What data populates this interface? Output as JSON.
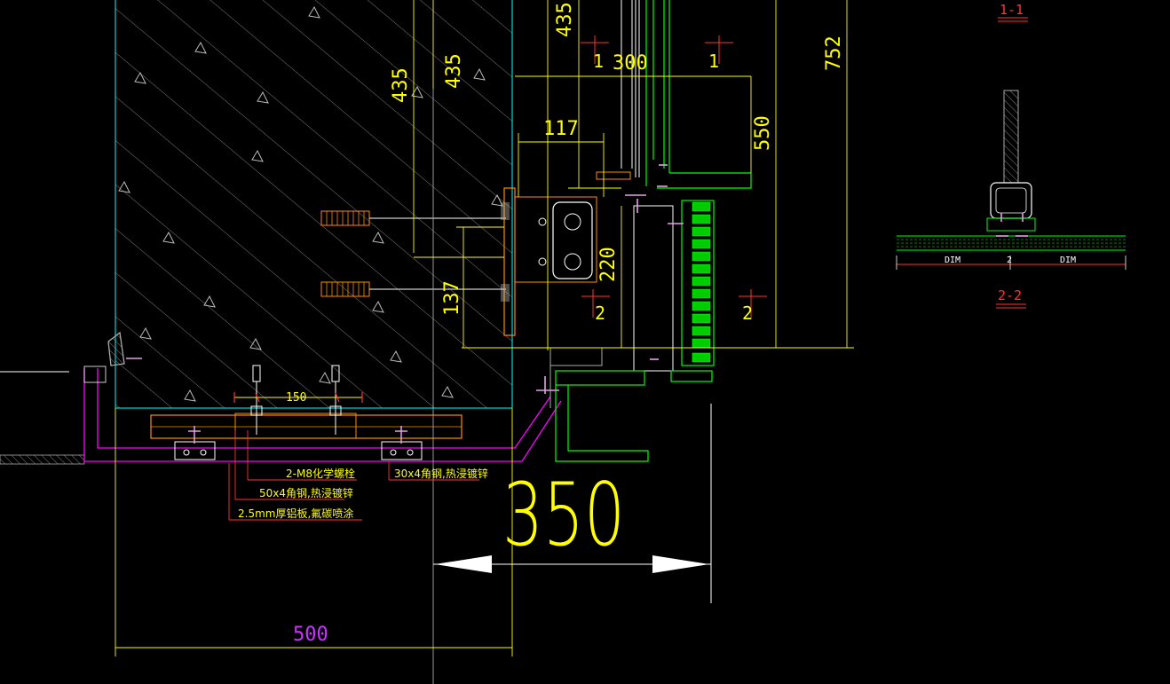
{
  "dimensions": {
    "d_435_top": "435",
    "d_435_left": "435",
    "d_435_mid": "435",
    "d_300": "300",
    "d_117": "117",
    "d_550": "550",
    "d_752": "752",
    "d_220": "220",
    "d_137": "137",
    "d_150": "150",
    "d_350": "350",
    "d_500": "500"
  },
  "section_marks": {
    "mark_1a": "1",
    "mark_1b": "1",
    "mark_2a": "2",
    "mark_2b": "2"
  },
  "annotations": {
    "bolt": "2-M8化学螺栓",
    "angle_50": "50x4角钢,热浸镀锌",
    "plate": "2.5mm厚铝板,氟碳喷涂",
    "angle_30": "30x4角钢,热浸镀锌"
  },
  "detail": {
    "title_1": "1-1",
    "title_2": "2-2",
    "dim_left": "DIM",
    "dim_right": "DIM",
    "dim_mid": "2"
  },
  "colors": {
    "background": "#000000",
    "dimension": "#ffff00",
    "concrete": "#00ffff",
    "steel": "#ff8c00",
    "aluminum": "#00ff00",
    "panel": "#ff00ff",
    "section_mark": "#ff3333",
    "annotation_leader": "#ff3333"
  }
}
